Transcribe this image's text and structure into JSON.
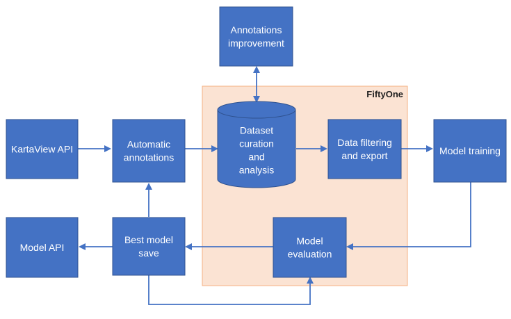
{
  "diagram": {
    "region_label": "FiftyOne",
    "nodes": {
      "annotations_improvement": [
        "Annotations",
        "improvement"
      ],
      "kartaview_api": [
        "KartaView API"
      ],
      "automatic_annotations": [
        "Automatic",
        "annotations"
      ],
      "dataset_curation": [
        "Dataset",
        "curation",
        "and",
        "analysis"
      ],
      "data_filtering": [
        "Data filtering",
        "and export"
      ],
      "model_training": [
        "Model training"
      ],
      "model_api": [
        "Model API"
      ],
      "best_model_save": [
        "Best model",
        "save"
      ],
      "model_evaluation": [
        "Model",
        "evaluation"
      ]
    }
  },
  "colors": {
    "box_fill": "#4472C4",
    "box_stroke": "#2F528F",
    "arrow": "#4472C4",
    "region_fill": "#FBE3D3",
    "region_stroke": "#F4B183",
    "box_text": "#FFFFFF",
    "region_text": "#1F1F1F"
  }
}
